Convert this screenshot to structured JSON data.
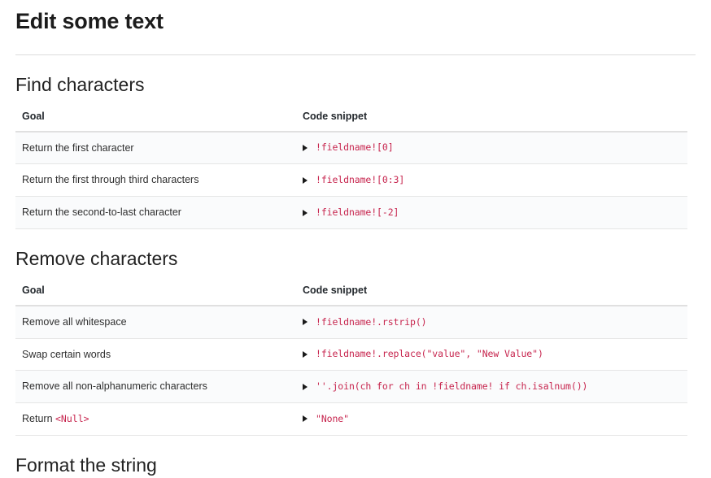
{
  "page": {
    "title": "Edit some text"
  },
  "table_headers": {
    "goal": "Goal",
    "code": "Code snippet"
  },
  "sections": [
    {
      "heading": "Find characters",
      "rows": [
        {
          "goal": "Return the first character",
          "code": "!fieldname![0]"
        },
        {
          "goal": "Return the first through third characters",
          "code": "!fieldname![0:3]"
        },
        {
          "goal": "Return the second-to-last character",
          "code": "!fieldname![-2]"
        }
      ]
    },
    {
      "heading": "Remove characters",
      "rows": [
        {
          "goal": "Remove all whitespace",
          "code": "!fieldname!.rstrip()"
        },
        {
          "goal": "Swap certain words",
          "code": "!fieldname!.replace(\"value\", \"New Value\")"
        },
        {
          "goal": "Remove all non-alphanumeric characters",
          "code": "''.join(ch for ch in !fieldname! if ch.isalnum())"
        },
        {
          "goal": "Return ",
          "goal_code": "<Null>",
          "code": "\"None\""
        }
      ]
    },
    {
      "heading": "Format the string"
    }
  ],
  "icons": {
    "disclosure": "disclosure-triangle-icon"
  },
  "colors": {
    "code_red": "#c7254e",
    "row_stripe": "#fafbfc",
    "border": "#e6e6e6",
    "heading": "#232323"
  }
}
